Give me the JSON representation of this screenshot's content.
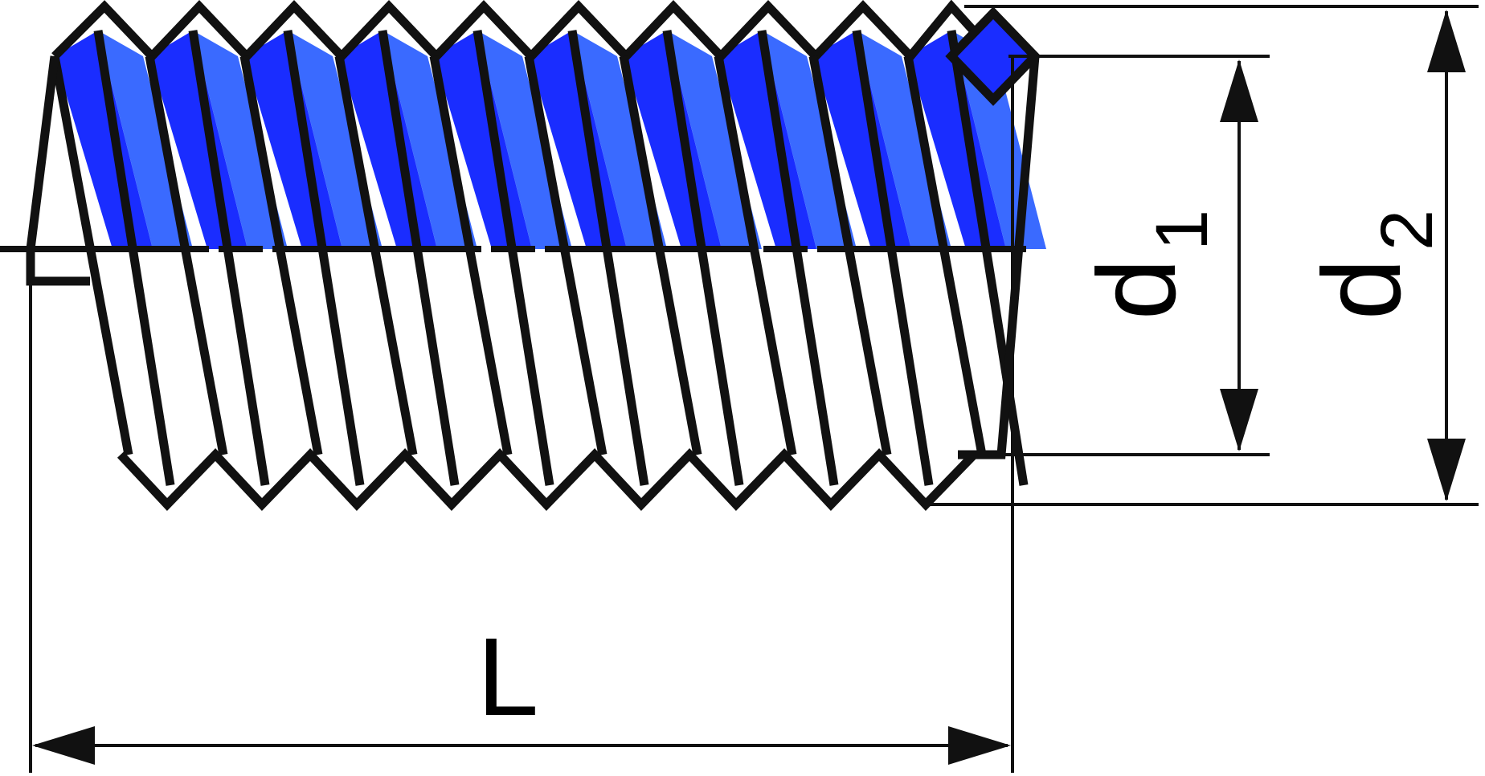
{
  "diagram": {
    "type": "technical-drawing",
    "subject": "thread insert",
    "colors": {
      "outline": "#111111",
      "thread_dark": "#1a2dff",
      "thread_light": "#3a6aff",
      "background": "#ffffff"
    },
    "labels": {
      "length": "L",
      "inner_diameter_main": "d",
      "inner_diameter_sub": "1",
      "outer_diameter_main": "d",
      "outer_diameter_sub": "2"
    },
    "thread_turns": 9
  }
}
